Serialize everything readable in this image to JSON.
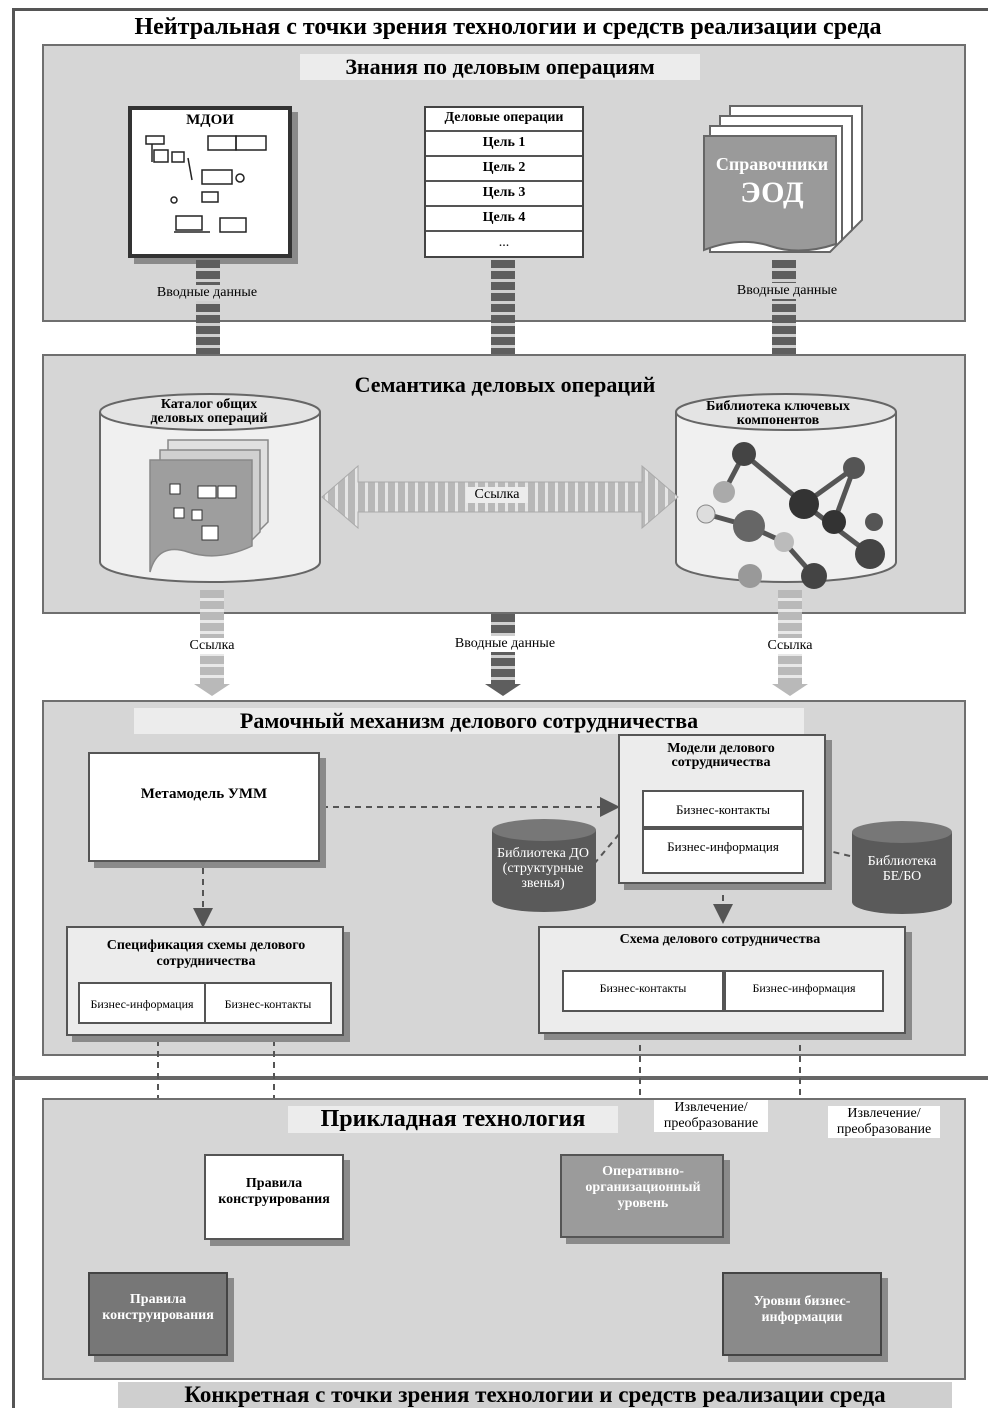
{
  "top_title": "Нейтральная с точки зрения технологии и средств реализации среда",
  "bottom_title": "Конкретная с точки зрения технологии и средств реализации среда",
  "knowledge": {
    "title": "Знания по деловым операциям",
    "mdoi_label": "МДОИ",
    "ops_header": "Деловые операции",
    "goals": [
      "Цель 1",
      "Цель 2",
      "Цель 3",
      "Цель 4",
      "..."
    ],
    "docs_line1": "Справочники",
    "docs_line2": "ЭОД",
    "input_left": "Вводные данные",
    "input_right": "Вводные данные"
  },
  "semantics": {
    "title": "Семантика деловых операций",
    "catalog_label": "Каталог общих деловых операций",
    "library_label": "Библиотека ключевых компонентов",
    "link_label": "Ссылка"
  },
  "connectors": {
    "left": "Ссылка",
    "middle": "Вводные данные",
    "right": "Ссылка"
  },
  "framework": {
    "title": "Рамочный механизм делового сотрудничества",
    "metamodel": "Метамодель УММ",
    "models_title": "Модели делового сотрудничества",
    "models_items": [
      "Бизнес-контакты",
      "Бизнес-информация"
    ],
    "lib_do": "Библиотека ДО (структурные звенья)",
    "lib_be": "Библиотека БЕ/БО",
    "spec_title": "Спецификация схемы делового сотрудничества",
    "spec_items": [
      "Бизнес-информация",
      "Бизнес-контакты"
    ],
    "schema_title": "Схема делового сотрудничества",
    "schema_items": [
      "Бизнес-контакты",
      "Бизнес-информация"
    ]
  },
  "applied": {
    "title": "Прикладная технология",
    "extract_1": "Извлечение/ преобразование",
    "extract_2": "Извлечение/ преобразование",
    "rules_top": "Правила конструирования",
    "operational": "Оперативно-организационный уровень",
    "rules_bottom": "Правила конструирования",
    "bi_levels": "Уровни бизнес-информации"
  }
}
